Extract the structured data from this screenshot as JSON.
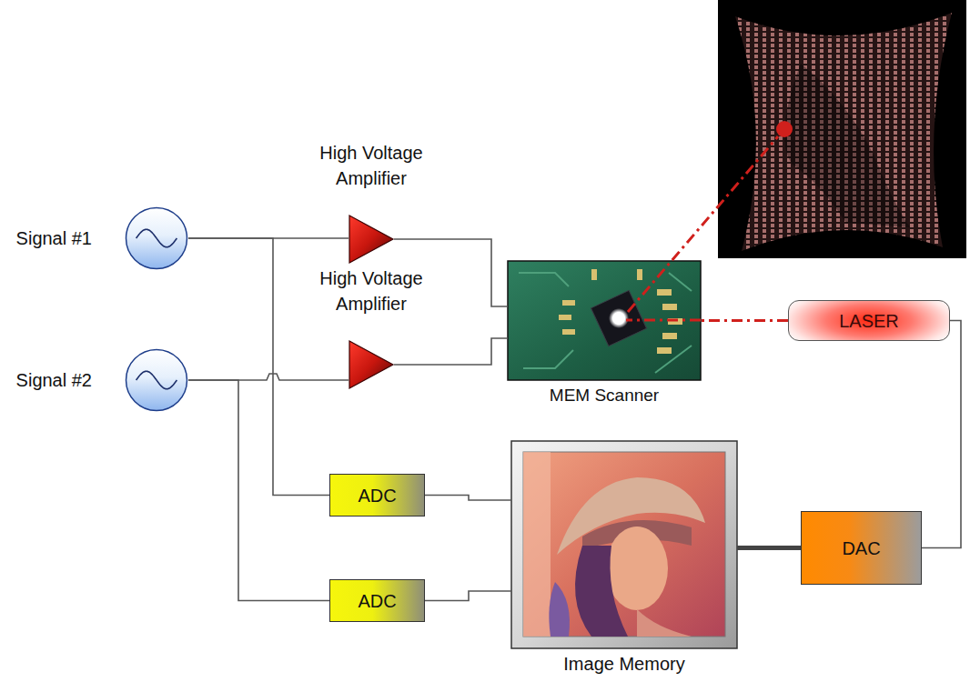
{
  "diagram": {
    "nodes": [
      {
        "text": [
          "Signal #1"
        ]
      },
      {
        "text": [
          "High Voltage Amplifier"
        ]
      },
      {
        "text": [
          "Signal #2"
        ]
      },
      {
        "text": [
          "High Voltage Amplifier"
        ]
      },
      {
        "text": [
          "MEM Scanner"
        ]
      },
      {
        "text": [
          "LASER"
        ]
      },
      {
        "text": [
          "ADC"
        ]
      },
      {
        "text": [
          "ADC"
        ]
      },
      {
        "text": [
          "Image Memory"
        ]
      },
      {
        "text": [
          "DAC"
        ]
      }
    ],
    "edges": [
      {
        "from": 0,
        "to": 1,
        "arrow": "none"
      },
      {
        "from": 0,
        "to": 6,
        "arrow": "none"
      },
      {
        "from": 1,
        "to": 4,
        "arrow": "none"
      },
      {
        "from": 2,
        "to": 3,
        "arrow": "none"
      },
      {
        "from": 2,
        "to": 7,
        "arrow": "none"
      },
      {
        "from": 3,
        "to": 4,
        "arrow": "none"
      },
      {
        "from": 6,
        "to": 8,
        "arrow": "none"
      },
      {
        "from": 7,
        "to": 8,
        "arrow": "none"
      },
      {
        "from": 8,
        "to": 9,
        "arrow": "none"
      },
      {
        "from": 9,
        "to": 5,
        "arrow": "none"
      },
      {
        "from": 5,
        "to": 4,
        "arrow": "none"
      }
    ]
  }
}
